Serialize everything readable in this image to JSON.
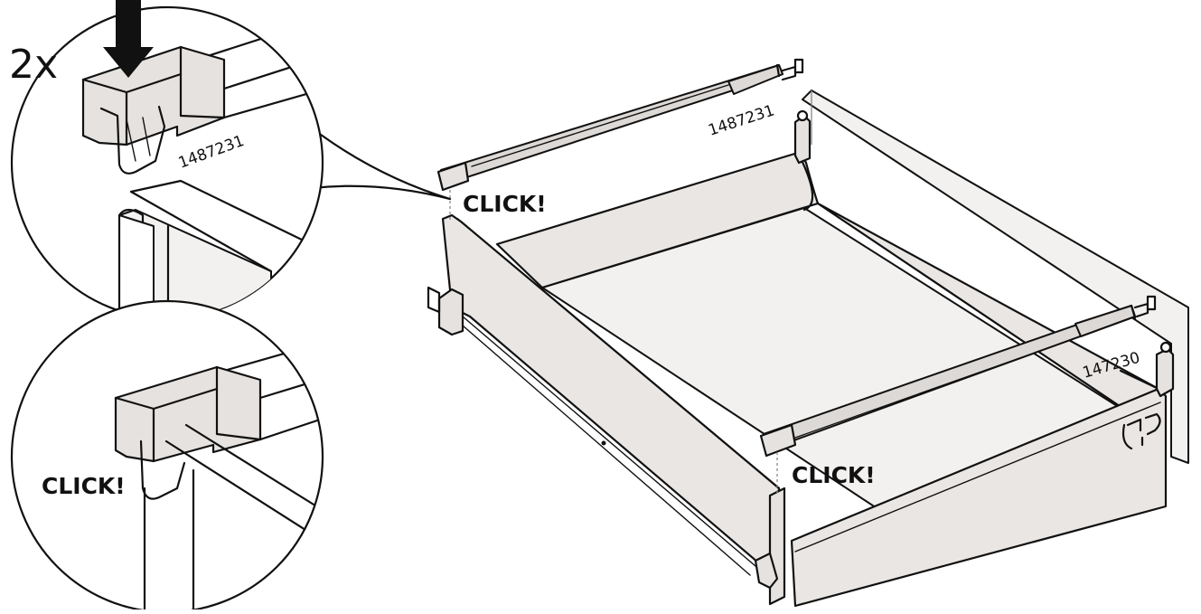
{
  "labels": {
    "multiplier": "2x",
    "part_top_rail": "1487231",
    "part_detail": "1487231",
    "part_front_rail": "147230",
    "click_top": "CLICK!",
    "click_front": "CLICK!",
    "click_detail": "CLICK!"
  },
  "colors": {
    "line": "#111111",
    "panel": "#e9e6e3",
    "rail": "#dcd9d6",
    "background": "#ffffff"
  }
}
